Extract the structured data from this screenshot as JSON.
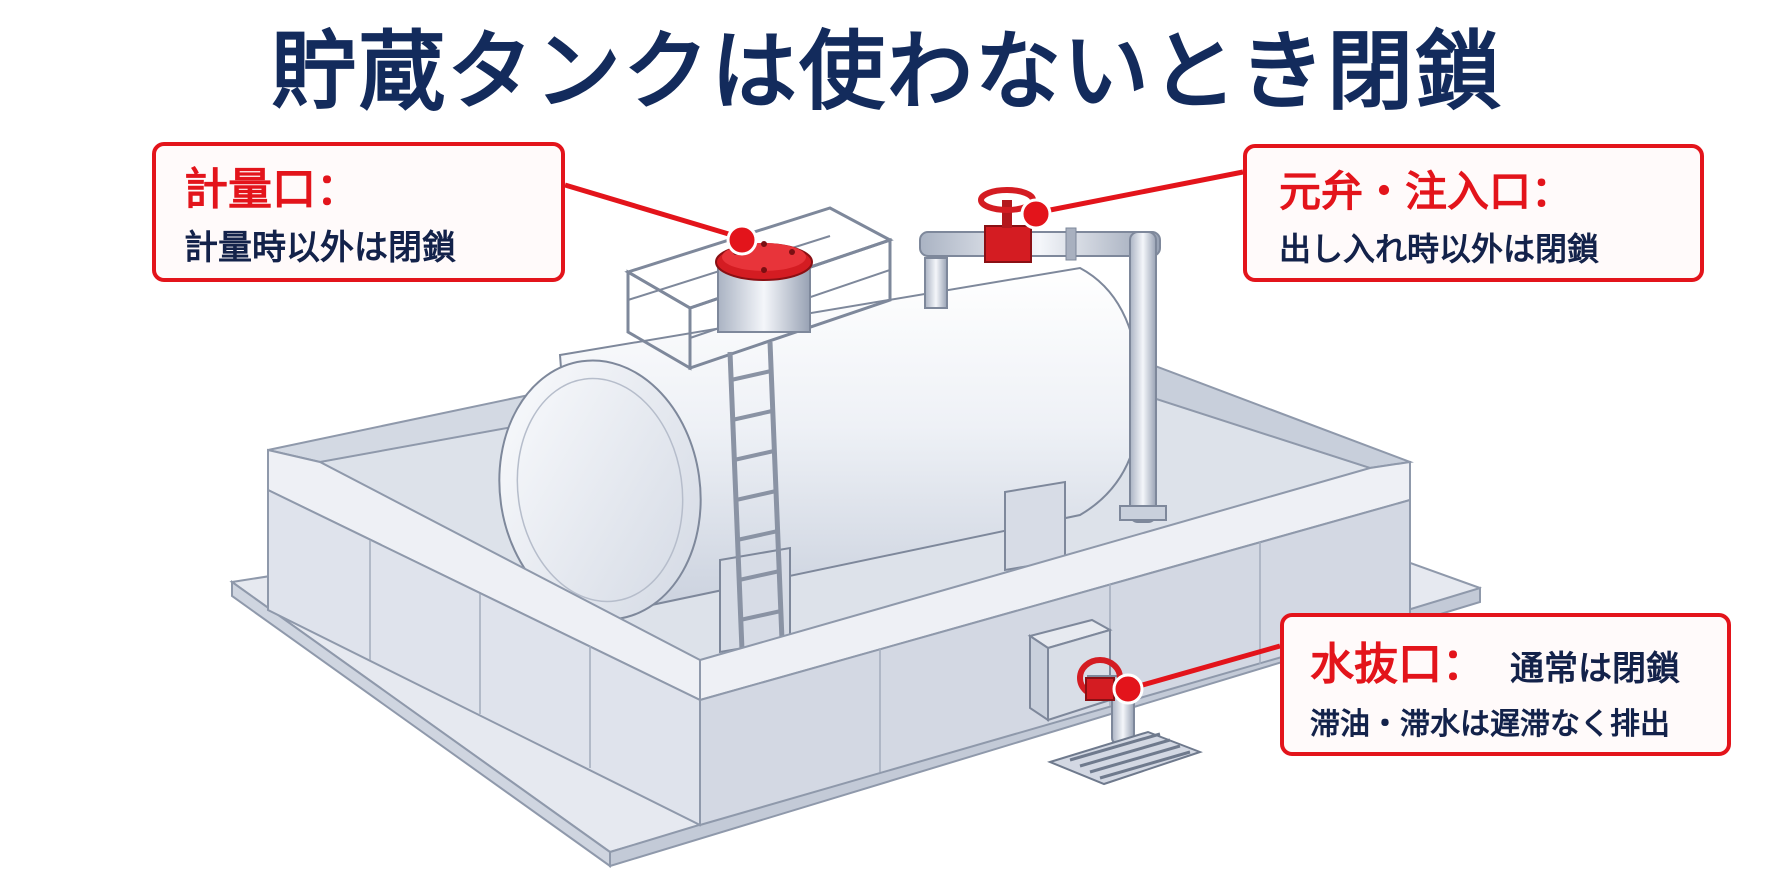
{
  "title": "貯蔵タンクは使わないとき閉鎖",
  "callouts": {
    "gauge": {
      "heading": "計量口：",
      "text": "計量時以外は閉鎖"
    },
    "main_valve": {
      "heading": "元弁・注入口：",
      "text": "出し入れ時以外は閉鎖"
    },
    "drain": {
      "heading": "水抜口：",
      "status": "通常は閉鎖",
      "text": "滞油・滞水は遅滞なく排出"
    }
  },
  "colors": {
    "title": "#132b5c",
    "accent_red": "#e3141b",
    "text_navy": "#13224a",
    "concrete": "#dfe3ec",
    "tank": "#eef1f6"
  },
  "icons": [
    "storage-tank",
    "gauge-hatch",
    "valve-handwheel",
    "drain-valve",
    "floor-grate",
    "access-ladder",
    "guard-railing"
  ]
}
